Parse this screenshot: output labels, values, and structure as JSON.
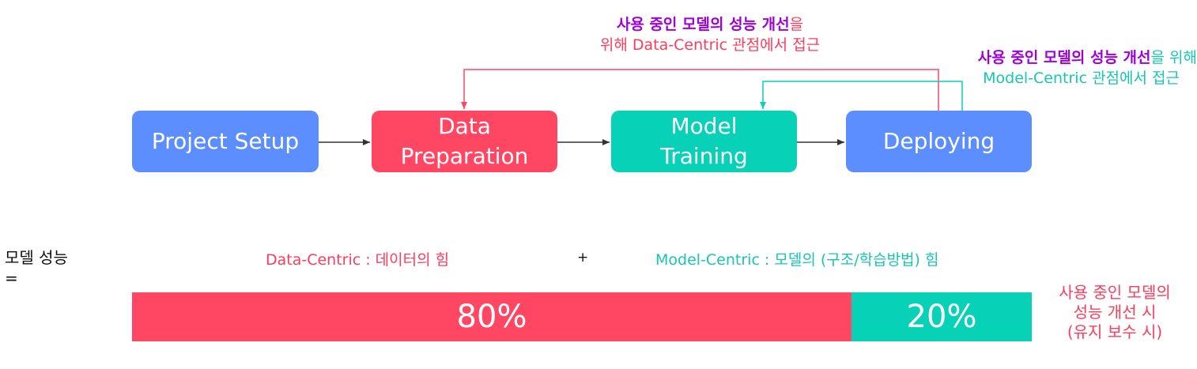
{
  "flow": {
    "steps": [
      {
        "label_lines": [
          "Project Setup"
        ],
        "color": "#5c8eff"
      },
      {
        "label_lines": [
          "Data",
          "Preparation"
        ],
        "color": "#ff4763"
      },
      {
        "label_lines": [
          "Model",
          "Training"
        ],
        "color": "#07d1b7"
      },
      {
        "label_lines": [
          "Deploying"
        ],
        "color": "#5c8eff"
      }
    ]
  },
  "annotations": {
    "data_centric": {
      "line1_emphasis": "사용 중인 모델의 성능 개선",
      "line1_tail": "을",
      "line2": "위해 Data-Centric 관점에서 접근"
    },
    "model_centric": {
      "line1_emphasis": "사용 중인 모델의 성능 개선",
      "line1_tail": "을 위해",
      "line2": "Model-Centric 관점에서 접근"
    }
  },
  "performance": {
    "label_line1": "모델 성능",
    "label_line2": "=",
    "data_centric_label": "Data-Centric : 데이터의 힘",
    "plus": "+",
    "model_centric_label": "Model-Centric : 모델의 (구조/학습방법) 힘",
    "bar": {
      "data_share_percent": 80,
      "data_text": "80%",
      "model_share_percent": 20,
      "model_text": "20%"
    },
    "note_lines": [
      "사용 중인 모델의",
      "성능 개선 시",
      "(유지 보수 시)"
    ]
  },
  "colors": {
    "data": "#ff4763",
    "model": "#07d1b7",
    "blue": "#5c8eff",
    "purple": "#a100d9",
    "arrow": "#333333"
  }
}
